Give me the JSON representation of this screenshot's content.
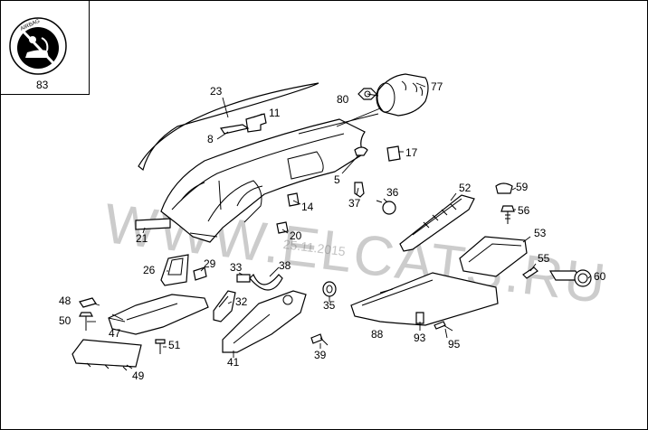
{
  "airbag_label": "AIRBAG",
  "inset_label": "83",
  "watermark": "WWW.ELCATS.RU",
  "watermark_date": "25.11.2015",
  "parts": {
    "p5": "5",
    "p8": "8",
    "p11": "11",
    "p14": "14",
    "p17": "17",
    "p20": "20",
    "p21": "21",
    "p23": "23",
    "p26": "26",
    "p29": "29",
    "p32": "32",
    "p33": "33",
    "p35": "35",
    "p36": "36",
    "p37": "37",
    "p38": "38",
    "p39": "39",
    "p41": "41",
    "p47": "47",
    "p48": "48",
    "p49": "49",
    "p50": "50",
    "p51": "51",
    "p52": "52",
    "p53": "53",
    "p55": "55",
    "p56": "56",
    "p59": "59",
    "p60": "60",
    "p77": "77",
    "p80": "80",
    "p88": "88",
    "p93": "93",
    "p95": "95"
  }
}
